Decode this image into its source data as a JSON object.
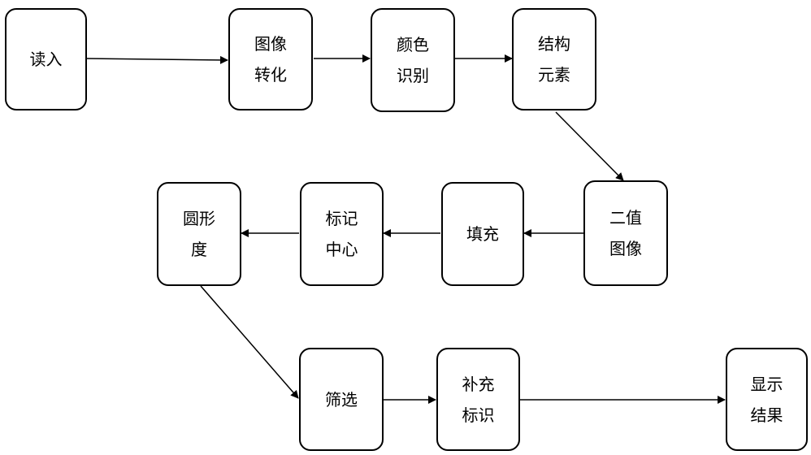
{
  "flowchart": {
    "nodes": [
      {
        "id": "read",
        "lines": [
          "读入",
          ""
        ]
      },
      {
        "id": "image-convert",
        "lines": [
          "图像",
          "转化"
        ]
      },
      {
        "id": "color-recognition",
        "lines": [
          "颜色",
          "识别"
        ]
      },
      {
        "id": "structuring-element",
        "lines": [
          "结构",
          "元素"
        ]
      },
      {
        "id": "binary-image",
        "lines": [
          "二值",
          "图像"
        ]
      },
      {
        "id": "fill",
        "lines": [
          "填充",
          ""
        ]
      },
      {
        "id": "mark-center",
        "lines": [
          "标记",
          "中心"
        ]
      },
      {
        "id": "circularity",
        "lines": [
          "圆形",
          "度"
        ]
      },
      {
        "id": "filter",
        "lines": [
          "筛选",
          ""
        ]
      },
      {
        "id": "supplementary-mark",
        "lines": [
          "补充",
          "标识"
        ]
      },
      {
        "id": "display-result",
        "lines": [
          "显示",
          "结果"
        ]
      }
    ],
    "edges": [
      {
        "from": "read",
        "to": "image-convert"
      },
      {
        "from": "image-convert",
        "to": "color-recognition"
      },
      {
        "from": "color-recognition",
        "to": "structuring-element"
      },
      {
        "from": "structuring-element",
        "to": "binary-image"
      },
      {
        "from": "binary-image",
        "to": "fill"
      },
      {
        "from": "fill",
        "to": "mark-center"
      },
      {
        "from": "mark-center",
        "to": "circularity"
      },
      {
        "from": "circularity",
        "to": "filter"
      },
      {
        "from": "filter",
        "to": "supplementary-mark"
      },
      {
        "from": "supplementary-mark",
        "to": "display-result"
      }
    ]
  }
}
